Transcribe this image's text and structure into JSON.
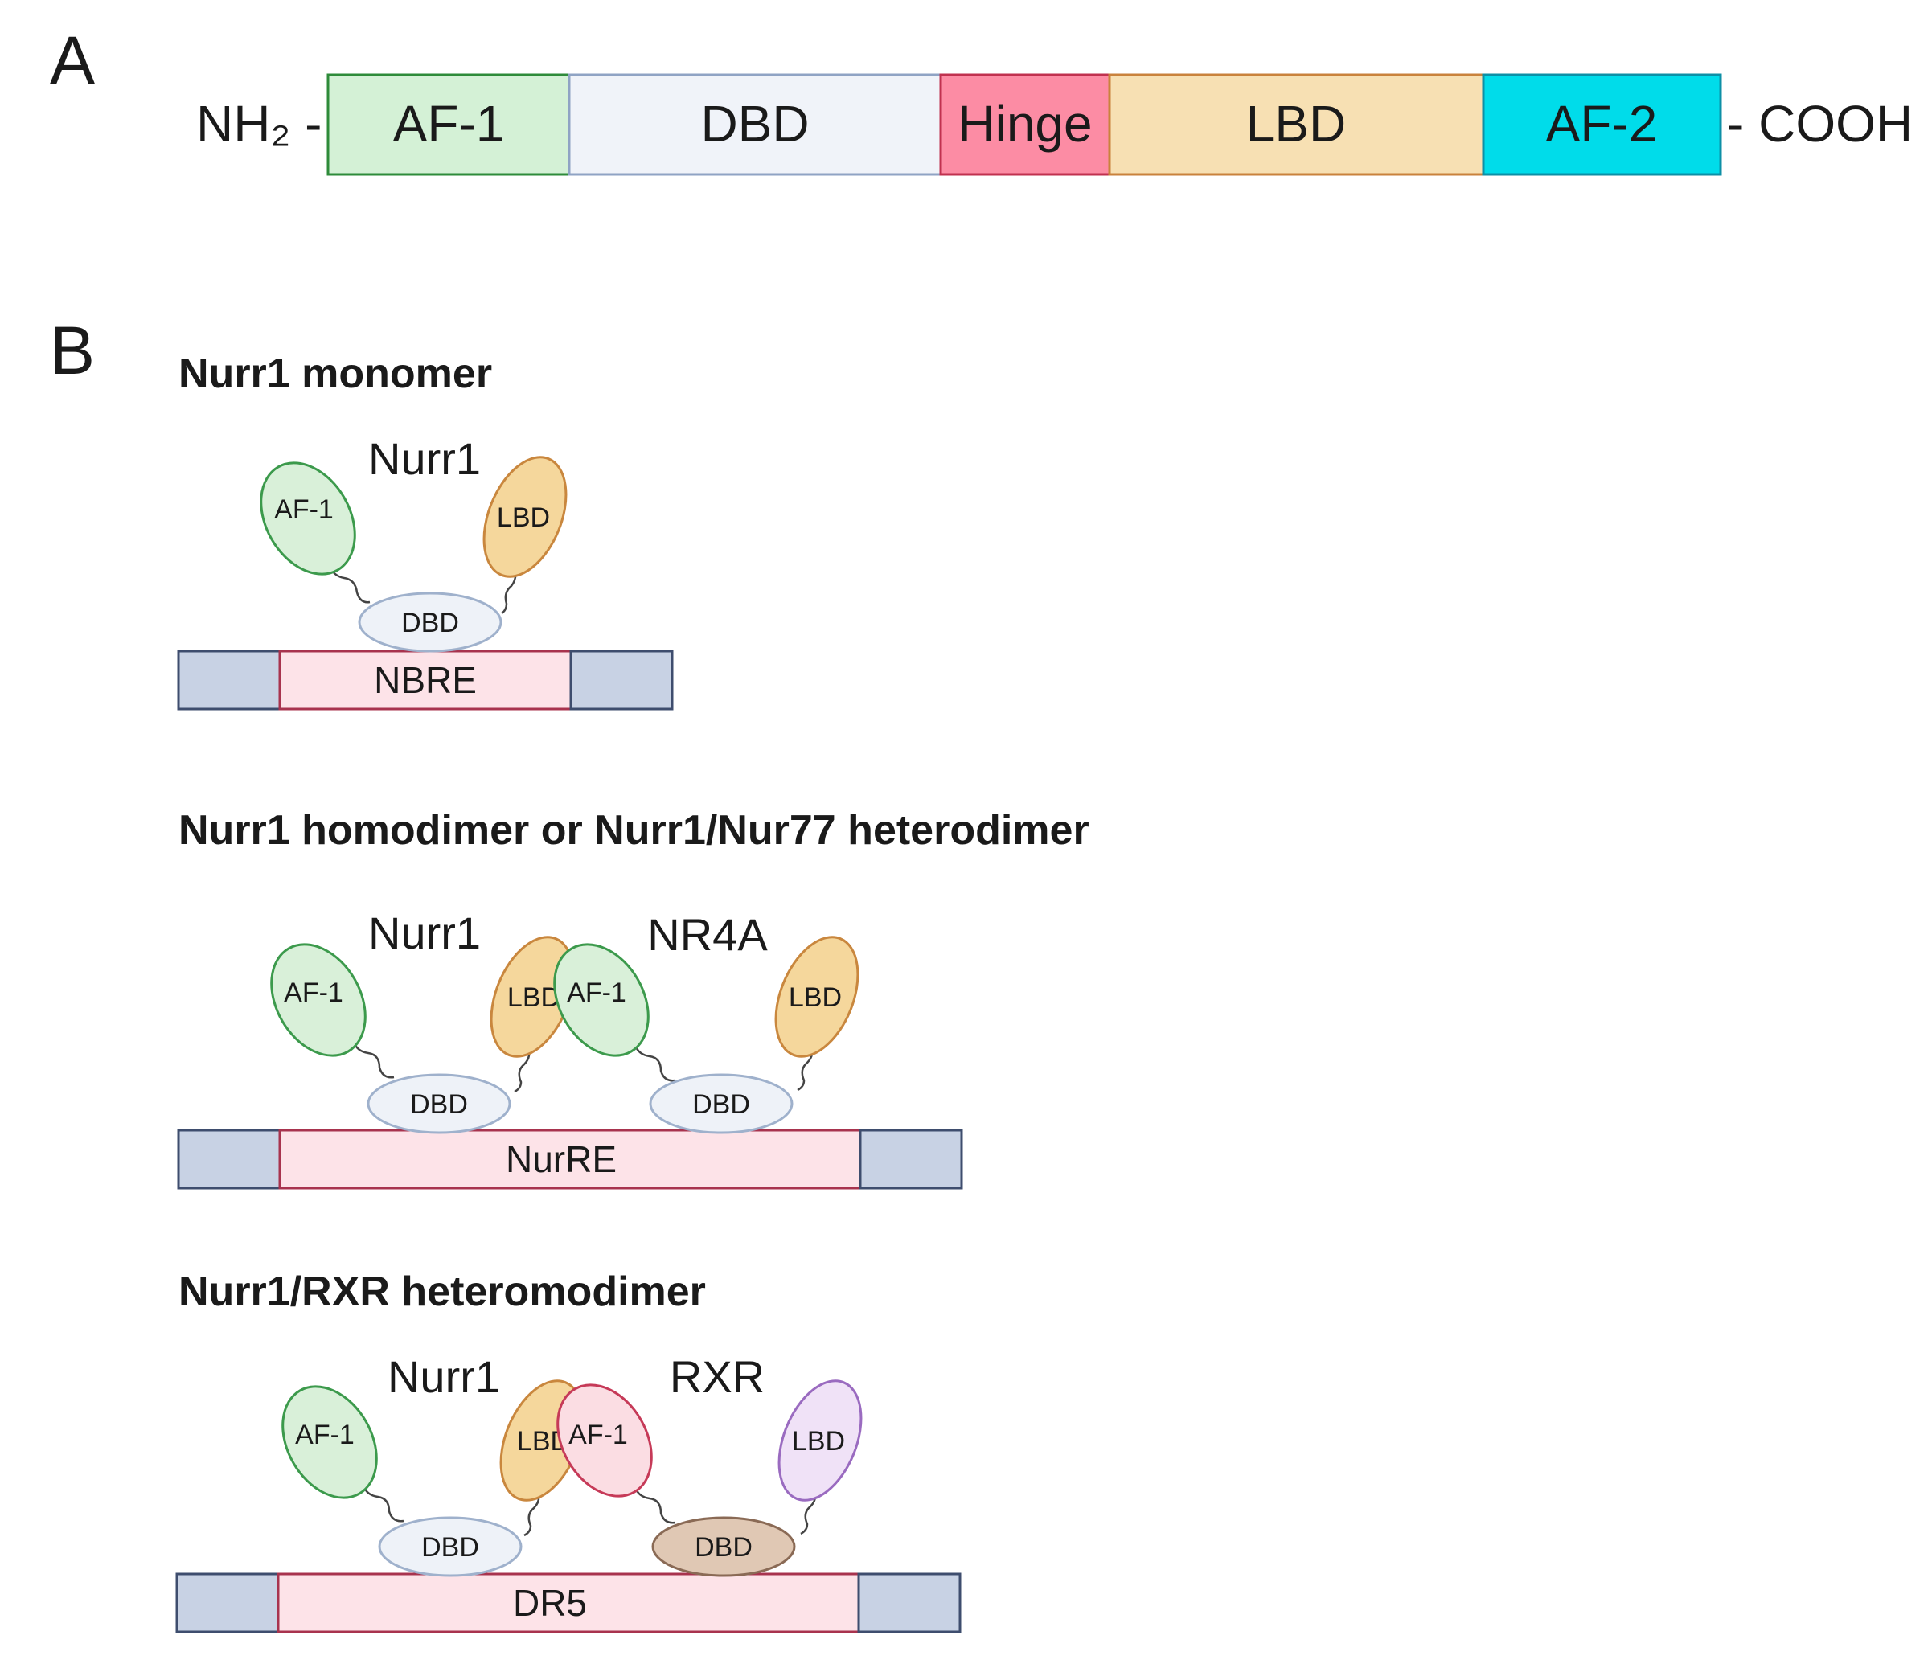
{
  "panel_a": {
    "letter": "A",
    "n_terminus": "NH₂ -",
    "c_terminus": "- COOH",
    "domains": [
      {
        "label": "AF-1",
        "fill": "#d4f1d6",
        "stroke": "#2e8b3a"
      },
      {
        "label": "DBD",
        "fill": "#f0f3f9",
        "stroke": "#8fa3c4"
      },
      {
        "label": "Hinge",
        "fill": "#fc8ca4",
        "stroke": "#c0314f"
      },
      {
        "label": "LBD",
        "fill": "#f7e0b3",
        "stroke": "#c9823c"
      },
      {
        "label": "AF-2",
        "fill": "#00dcea",
        "stroke": "#0d8fa6"
      }
    ]
  },
  "panel_b": {
    "letter": "B",
    "sections": [
      {
        "title": "Nurr1 monomer",
        "element": "NBRE",
        "proteins": [
          {
            "name": "Nurr1",
            "af1": "AF-1",
            "lbd": "LBD",
            "dbd": "DBD"
          }
        ]
      },
      {
        "title": "Nurr1 homodimer or Nurr1/Nur77 heterodimer",
        "element": "NurRE",
        "proteins": [
          {
            "name": "Nurr1",
            "af1": "AF-1",
            "lbd": "LBD",
            "dbd": "DBD"
          },
          {
            "name": "NR4A",
            "af1": "AF-1",
            "lbd": "LBD",
            "dbd": "DBD"
          }
        ]
      },
      {
        "title": "Nurr1/RXR heteromodimer",
        "element": "DR5",
        "proteins": [
          {
            "name": "Nurr1",
            "af1": "AF-1",
            "lbd": "LBD",
            "dbd": "DBD"
          },
          {
            "name": "RXR",
            "af1": "AF-1",
            "lbd": "LBD",
            "dbd": "DBD"
          }
        ]
      }
    ]
  },
  "colors": {
    "af1_fill": "#d9f0d9",
    "af1_stroke": "#3c9a4c",
    "lbd_fill": "#f5d79c",
    "lbd_stroke": "#c9873e",
    "dbd_fill": "#eef2f8",
    "dbd_stroke": "#9fb1cc",
    "rxr_af1_fill": "#fbdde3",
    "rxr_af1_stroke": "#c63a58",
    "rxr_lbd_fill": "#f0e2f7",
    "rxr_lbd_stroke": "#9a6bc0",
    "rxr_dbd_fill": "#e0c8b4",
    "rxr_dbd_stroke": "#8a6a55",
    "element_fill": "#fde3e8",
    "element_stroke": "#a8334e",
    "flank_fill": "#c8d2e4",
    "flank_stroke": "#3e4d6e"
  }
}
